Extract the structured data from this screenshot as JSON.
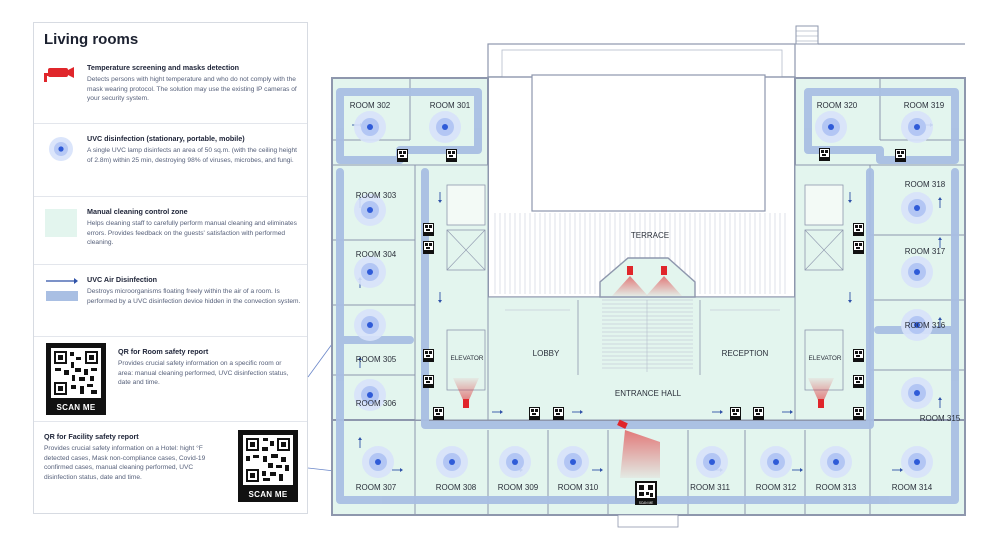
{
  "legend": {
    "title": "Living rooms",
    "items": [
      {
        "title": "Temperature screening and masks detection",
        "desc": "Detects persons with hight temperature and who do not comply with the mask wearing protocol. The solution may use the existing IP cameras of your security system."
      },
      {
        "title": "UVC disinfection (stationary, portable, mobile)",
        "desc": "A single UVC lamp disinfects an area of 50 sq.m. (with the ceiling height of 2.8m) within 25 min, destroying 98% of viruses, microbes, and fungi."
      },
      {
        "title": "Manual cleaning control zone",
        "desc": "Helps cleaning staff to carefully perform manual cleaning and eliminates errors. Provides feedback on the guests' satisfaction with performed cleaning."
      },
      {
        "title": "UVC Air Disinfection",
        "desc": "Destroys microorganisms floating freely within the air of a room. Is performed by a UVC disinfection device hidden in the convection system."
      },
      {
        "title": "QR for Room safety report",
        "desc": "Provides crucial safety information on a specific room or area: manual cleaning performed, UVC disinfection status, date and time."
      },
      {
        "title": "QR for Facility safety report",
        "desc": "Provides crucial safety information on a Hotel: hight °F detected cases, Mask non-compliance cases, Covid-19 confirmed cases, manual cleaning performed, UVC disinfection status, date and time."
      }
    ],
    "scan_me": "SCAN ME"
  },
  "plan": {
    "terrace": "TERRACE",
    "lobby": "LOBBY",
    "reception": "RECEPTION",
    "entrance_hall": "ENTRANCE HALL",
    "elevator": "ELEVATOR",
    "scan_me_small": "SCAN ME",
    "rooms": [
      "ROOM 302",
      "ROOM 301",
      "ROOM 303",
      "ROOM 304",
      "ROOM 305",
      "ROOM 306",
      "ROOM 307",
      "ROOM 308",
      "ROOM 309",
      "ROOM 310",
      "ROOM 311",
      "ROOM 312",
      "ROOM 313",
      "ROOM 314",
      "ROOM 315",
      "ROOM 316",
      "ROOM 317",
      "ROOM 318",
      "ROOM 319",
      "ROOM 320"
    ]
  },
  "colors": {
    "zone": "#e3f5ee",
    "wall": "#8e97ad",
    "air": "#a9bfe3",
    "arrow": "#2f52a8",
    "uvc": "#2f5bd8",
    "red": "#e0262b"
  }
}
